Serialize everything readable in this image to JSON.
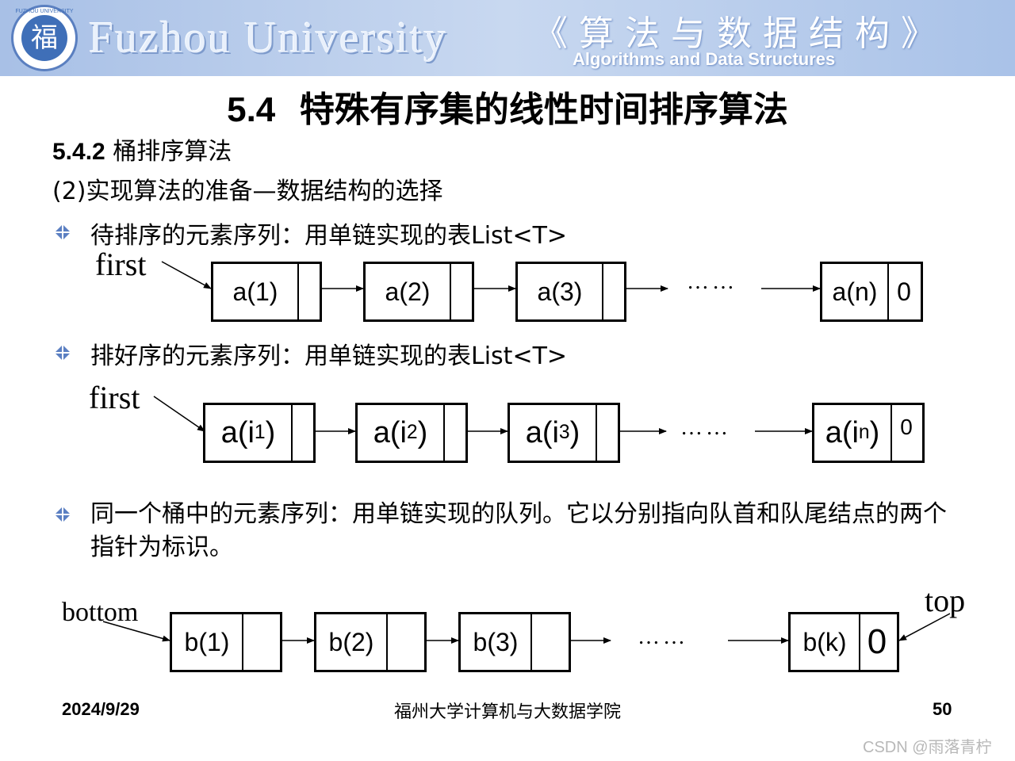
{
  "header": {
    "logo_char": "福",
    "logo_ring_text": "FUZHOU UNIVERSITY",
    "university": "Fuzhou University",
    "course_cn": "《算法与数据结构》",
    "course_en": "Algorithms and Data Structures"
  },
  "title": {
    "number": "5.4",
    "text": "特殊有序集的线性时间排序算法"
  },
  "subsection": {
    "number": "5.4.2",
    "text": "桶排序算法"
  },
  "prep": "(2)实现算法的准备—数据结构的选择",
  "bullets": {
    "b1": "待排序的元素序列：用单链实现的表List<T>",
    "b2": "排好序的元素序列：用单链实现的表List<T>",
    "b3": "同一个桶中的元素序列：用单链实现的队列。它以分别指向队首和队尾结点的两个指针为标识。"
  },
  "list1": {
    "head_label": "first",
    "nodes": [
      "a(1)",
      "a(2)",
      "a(3)",
      "a(n)"
    ],
    "ellipsis": "……",
    "terminator": "0"
  },
  "list2": {
    "head_label": "first",
    "nodes": [
      {
        "base": "a(i",
        "sub": "1",
        "close": ")"
      },
      {
        "base": "a(i",
        "sub": "2",
        "close": ")"
      },
      {
        "base": "a(i",
        "sub": "3",
        "close": ")"
      },
      {
        "base": "a(i",
        "sub": "n",
        "close": ")"
      }
    ],
    "ellipsis": "……",
    "terminator": "0"
  },
  "queue": {
    "bottom_label": "bottom",
    "top_label": "top",
    "nodes": [
      "b(1)",
      "b(2)",
      "b(3)",
      "b(k)"
    ],
    "ellipsis": "……",
    "terminator": "0"
  },
  "footer": {
    "date": "2024/9/29",
    "institution": "福州大学计算机与大数据学院",
    "page": "50"
  },
  "watermark": "CSDN @雨落青柠",
  "colors": {
    "banner": "#a8c0e6",
    "bullet": "#5b7fc2"
  }
}
